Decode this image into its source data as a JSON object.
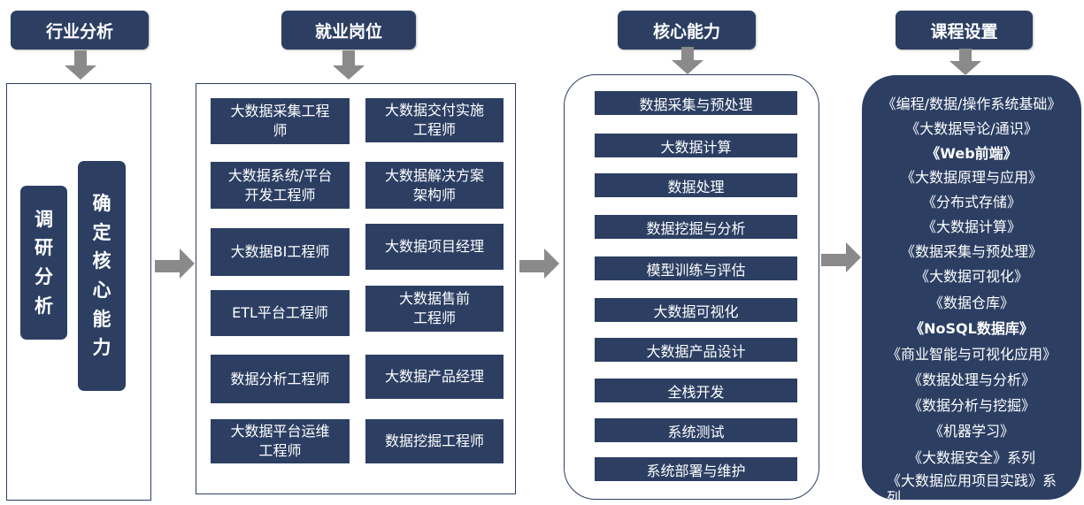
{
  "headers": {
    "industry": "行业分析",
    "jobs": "就业岗位",
    "core": "核心能力",
    "courses": "课程设置"
  },
  "industry_panel": {
    "research": [
      "调",
      "研",
      "分",
      "析"
    ],
    "determine": [
      "确",
      "定",
      "核",
      "心",
      "能",
      "力"
    ]
  },
  "jobs": [
    {
      "line1": "大数据采集工程",
      "line2": "师"
    },
    {
      "line1": "大数据交付实施",
      "line2": "工程师"
    },
    {
      "line1": "大数据系统/平台",
      "line2": "开发工程师"
    },
    {
      "line1": "大数据解决方案",
      "line2": "架构师"
    },
    {
      "line1": "大数据BI工程师",
      "line2": ""
    },
    {
      "line1": "大数据项目经理",
      "line2": ""
    },
    {
      "line1": "ETL平台工程师",
      "line2": ""
    },
    {
      "line1": "大数据售前",
      "line2": "工程师"
    },
    {
      "line1": "数据分析工程师",
      "line2": ""
    },
    {
      "line1": "大数据产品经理",
      "line2": ""
    },
    {
      "line1": "大数据平台运维",
      "line2": "工程师"
    },
    {
      "line1": "数据挖掘工程师",
      "line2": ""
    }
  ],
  "skills": [
    "数据采集与预处理",
    "大数据计算",
    "数据处理",
    "数据挖掘与分析",
    "模型训练与评估",
    "大数据可视化",
    "大数据产品设计",
    "全栈开发",
    "系统测试",
    "系统部署与维护"
  ],
  "courses": [
    "《编程/数据/操作系统基础》",
    "《大数据导论/通识》",
    "《Web前端》",
    "《大数据原理与应用》",
    "《分布式存储》",
    "《大数据计算》",
    "《数据采集与预处理》",
    "《大数据可视化》",
    "《数据仓库》",
    "《NoSQL数据库》",
    "《商业智能与可视化应用》",
    "《数据处理与分析》",
    "《数据分析与挖掘》",
    "《机器学习》",
    "《大数据安全》系列",
    "《大数据应用项目实践》系",
    "列"
  ],
  "colors": {
    "box": "#2c3f63",
    "arrow": "#8a8a8a"
  }
}
